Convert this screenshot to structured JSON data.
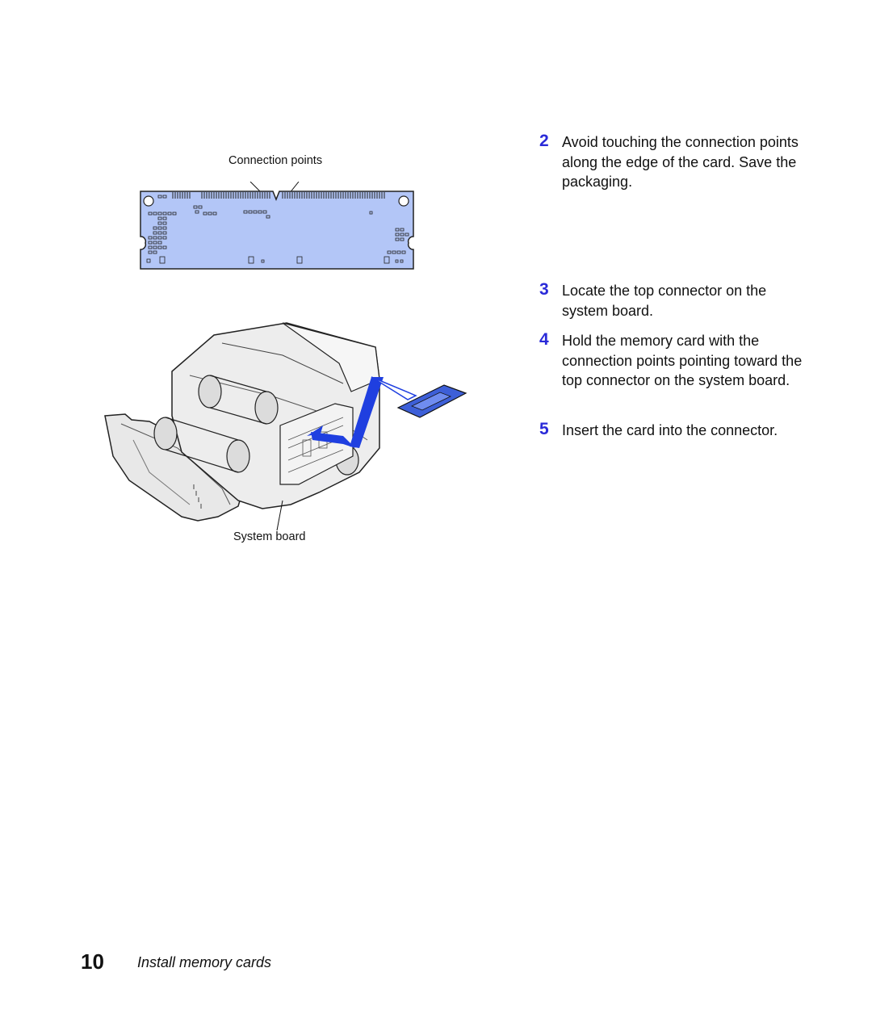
{
  "figure1": {
    "callout": "Connection points"
  },
  "figure2": {
    "callout": "System board"
  },
  "steps": [
    {
      "number": "2",
      "text": "Avoid touching the connection points along the edge of the card. Save the packaging."
    },
    {
      "number": "3",
      "text": "Locate the top connector on the system board."
    },
    {
      "number": "4",
      "text": "Hold the memory card with the connection points pointing toward the top connector on the system board."
    },
    {
      "number": "5",
      "text": "Insert the card into the connector."
    }
  ],
  "footer": {
    "page_number": "10",
    "section_title": "Install memory cards"
  },
  "colors": {
    "step_number": "#2a2ad8",
    "card_fill": "#b3c6f7",
    "card_blue": "#3d5fd8",
    "arrow_blue": "#1f3fe0"
  }
}
